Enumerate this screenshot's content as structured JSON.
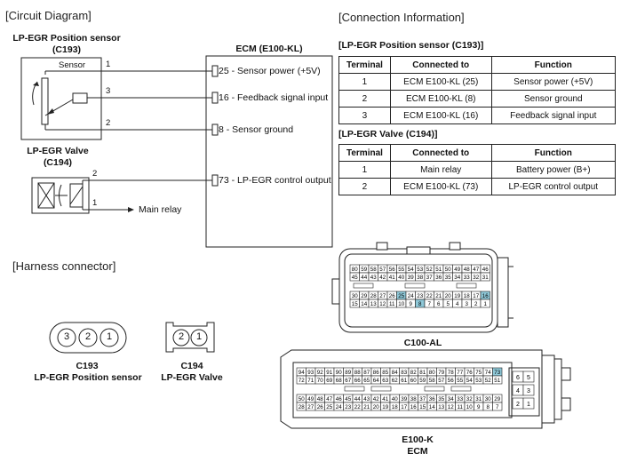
{
  "circuit": {
    "title": "[Circuit Diagram]",
    "sensor_name": "LP-EGR Position sensor",
    "sensor_conn": "(C193)",
    "sensor_box_label": "Sensor",
    "valve_name": "LP-EGR Valve",
    "valve_conn": "(C194)",
    "ecm_name": "ECM (E100-KL)",
    "pins": [
      "1",
      "3",
      "2",
      "2",
      "1"
    ],
    "ecm_terminals": [
      "25 - Sensor power (+5V)",
      "16 - Feedback  signal input",
      "8 - Sensor ground",
      "73 - LP-EGR control output"
    ],
    "main_relay": "Main relay"
  },
  "connection": {
    "title": "[Connection Information]",
    "headers": [
      "Terminal",
      "Connected to",
      "Function"
    ],
    "sensor_table_title": "[LP-EGR Position sensor (C193)]",
    "sensor_rows": [
      [
        "1",
        "ECM E100-KL (25)",
        "Sensor power (+5V)"
      ],
      [
        "2",
        "ECM E100-KL (8)",
        "Sensor ground"
      ],
      [
        "3",
        "ECM E100-KL (16)",
        "Feedback  signal input"
      ]
    ],
    "valve_table_title": "[LP-EGR Valve (C194)]",
    "valve_rows": [
      [
        "1",
        "Main relay",
        "Battery power (B+)"
      ],
      [
        "2",
        "ECM E100-KL (73)",
        "LP-EGR control output"
      ]
    ]
  },
  "harness": {
    "title": "[Harness connector]",
    "c193_pins": [
      "3",
      "2",
      "1"
    ],
    "c193_code": "C193",
    "c193_name": "LP-EGR Position sensor",
    "c194_pins": [
      "2",
      "1"
    ],
    "c194_code": "C194",
    "c194_name": "LP-EGR Valve",
    "c100_label": "C100-AL",
    "c100_rows": [
      [
        "80",
        "59",
        "58",
        "57",
        "56",
        "55",
        "54",
        "53",
        "52",
        "51",
        "50",
        "49",
        "48",
        "47",
        "46"
      ],
      [
        "45",
        "44",
        "43",
        "42",
        "41",
        "40",
        "39",
        "38",
        "37",
        "36",
        "35",
        "34",
        "33",
        "32",
        "31"
      ],
      [
        "30",
        "29",
        "28",
        "27",
        "26",
        "25",
        "24",
        "23",
        "22",
        "21",
        "20",
        "19",
        "18",
        "17",
        "16"
      ],
      [
        "15",
        "14",
        "13",
        "12",
        "11",
        "10",
        "9",
        "8",
        "7",
        "6",
        "5",
        "4",
        "3",
        "2",
        "1"
      ]
    ],
    "c100_highlight": [
      "25",
      "16",
      "8"
    ],
    "ecm_label_1": "E100-K",
    "ecm_label_2": "ECM",
    "ecm_rows": [
      [
        "94",
        "93",
        "92",
        "91",
        "90",
        "89",
        "88",
        "87",
        "86",
        "85",
        "84",
        "83",
        "82",
        "81",
        "80",
        "79",
        "78",
        "77",
        "76",
        "75",
        "74",
        "73"
      ],
      [
        "72",
        "71",
        "70",
        "69",
        "68",
        "67",
        "66",
        "65",
        "64",
        "63",
        "62",
        "61",
        "60",
        "59",
        "58",
        "57",
        "56",
        "55",
        "54",
        "53",
        "52",
        "51"
      ],
      [
        "50",
        "49",
        "48",
        "47",
        "46",
        "45",
        "44",
        "43",
        "42",
        "41",
        "40",
        "39",
        "38",
        "37",
        "36",
        "35",
        "34",
        "33",
        "32",
        "31",
        "30",
        "29"
      ],
      [
        "28",
        "27",
        "26",
        "25",
        "24",
        "23",
        "22",
        "21",
        "20",
        "19",
        "18",
        "17",
        "16",
        "15",
        "14",
        "13",
        "12",
        "11",
        "10",
        "9",
        "8",
        "7"
      ]
    ],
    "ecm_highlight": [
      "73"
    ],
    "ecm_side_pins": [
      [
        "6",
        "5"
      ],
      [
        "4",
        "3"
      ],
      [
        "2",
        "1"
      ]
    ],
    "highlight_color": "#8ec8d8"
  }
}
